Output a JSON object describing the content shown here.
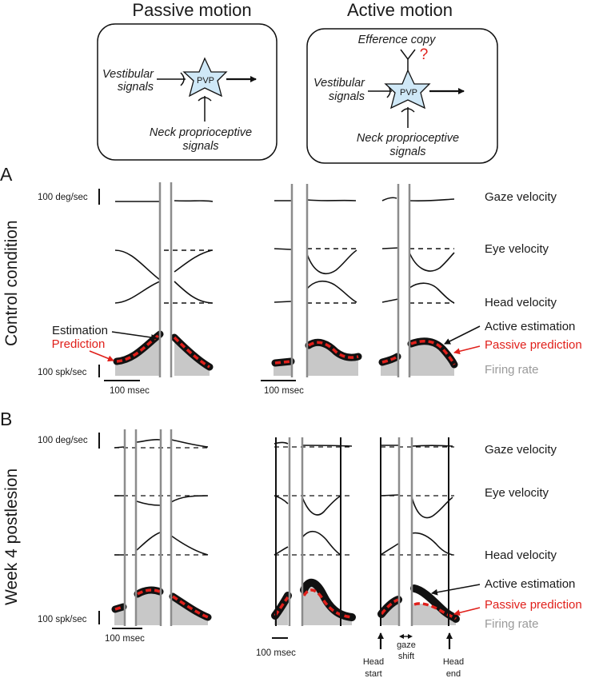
{
  "headers": {
    "passive": "Passive motion",
    "active": "Active motion"
  },
  "schematic": {
    "vestibular": [
      "Vestibular",
      "signals"
    ],
    "neck": [
      "Neck proprioceptive",
      "signals"
    ],
    "efference": "Efference copy",
    "question": "?",
    "cell": "PVP"
  },
  "panels": {
    "a": "A",
    "b": "B"
  },
  "conditions": {
    "control": "Control condition",
    "postlesion": "Week 4 postlesion"
  },
  "scales": {
    "velocity": "100 deg/sec",
    "rate": "100 spk/sec",
    "time": "100 msec"
  },
  "traces": {
    "gaze": "Gaze velocity",
    "eye": "Eye velocity",
    "head": "Head velocity",
    "estimation": "Estimation",
    "prediction": "Prediction",
    "active_estimation": "Active estimation",
    "passive_prediction": "Passive prediction",
    "firing_rate": "Firing rate"
  },
  "markers": {
    "head_start": [
      "Head",
      "start"
    ],
    "gaze_shift": [
      "gaze",
      "shift"
    ],
    "head_end": [
      "Head",
      "end"
    ]
  },
  "colors": {
    "prediction": "#e0201b",
    "estimation": "#111111",
    "firing": "#c8c8c8",
    "marker": "#8c8c8c"
  }
}
